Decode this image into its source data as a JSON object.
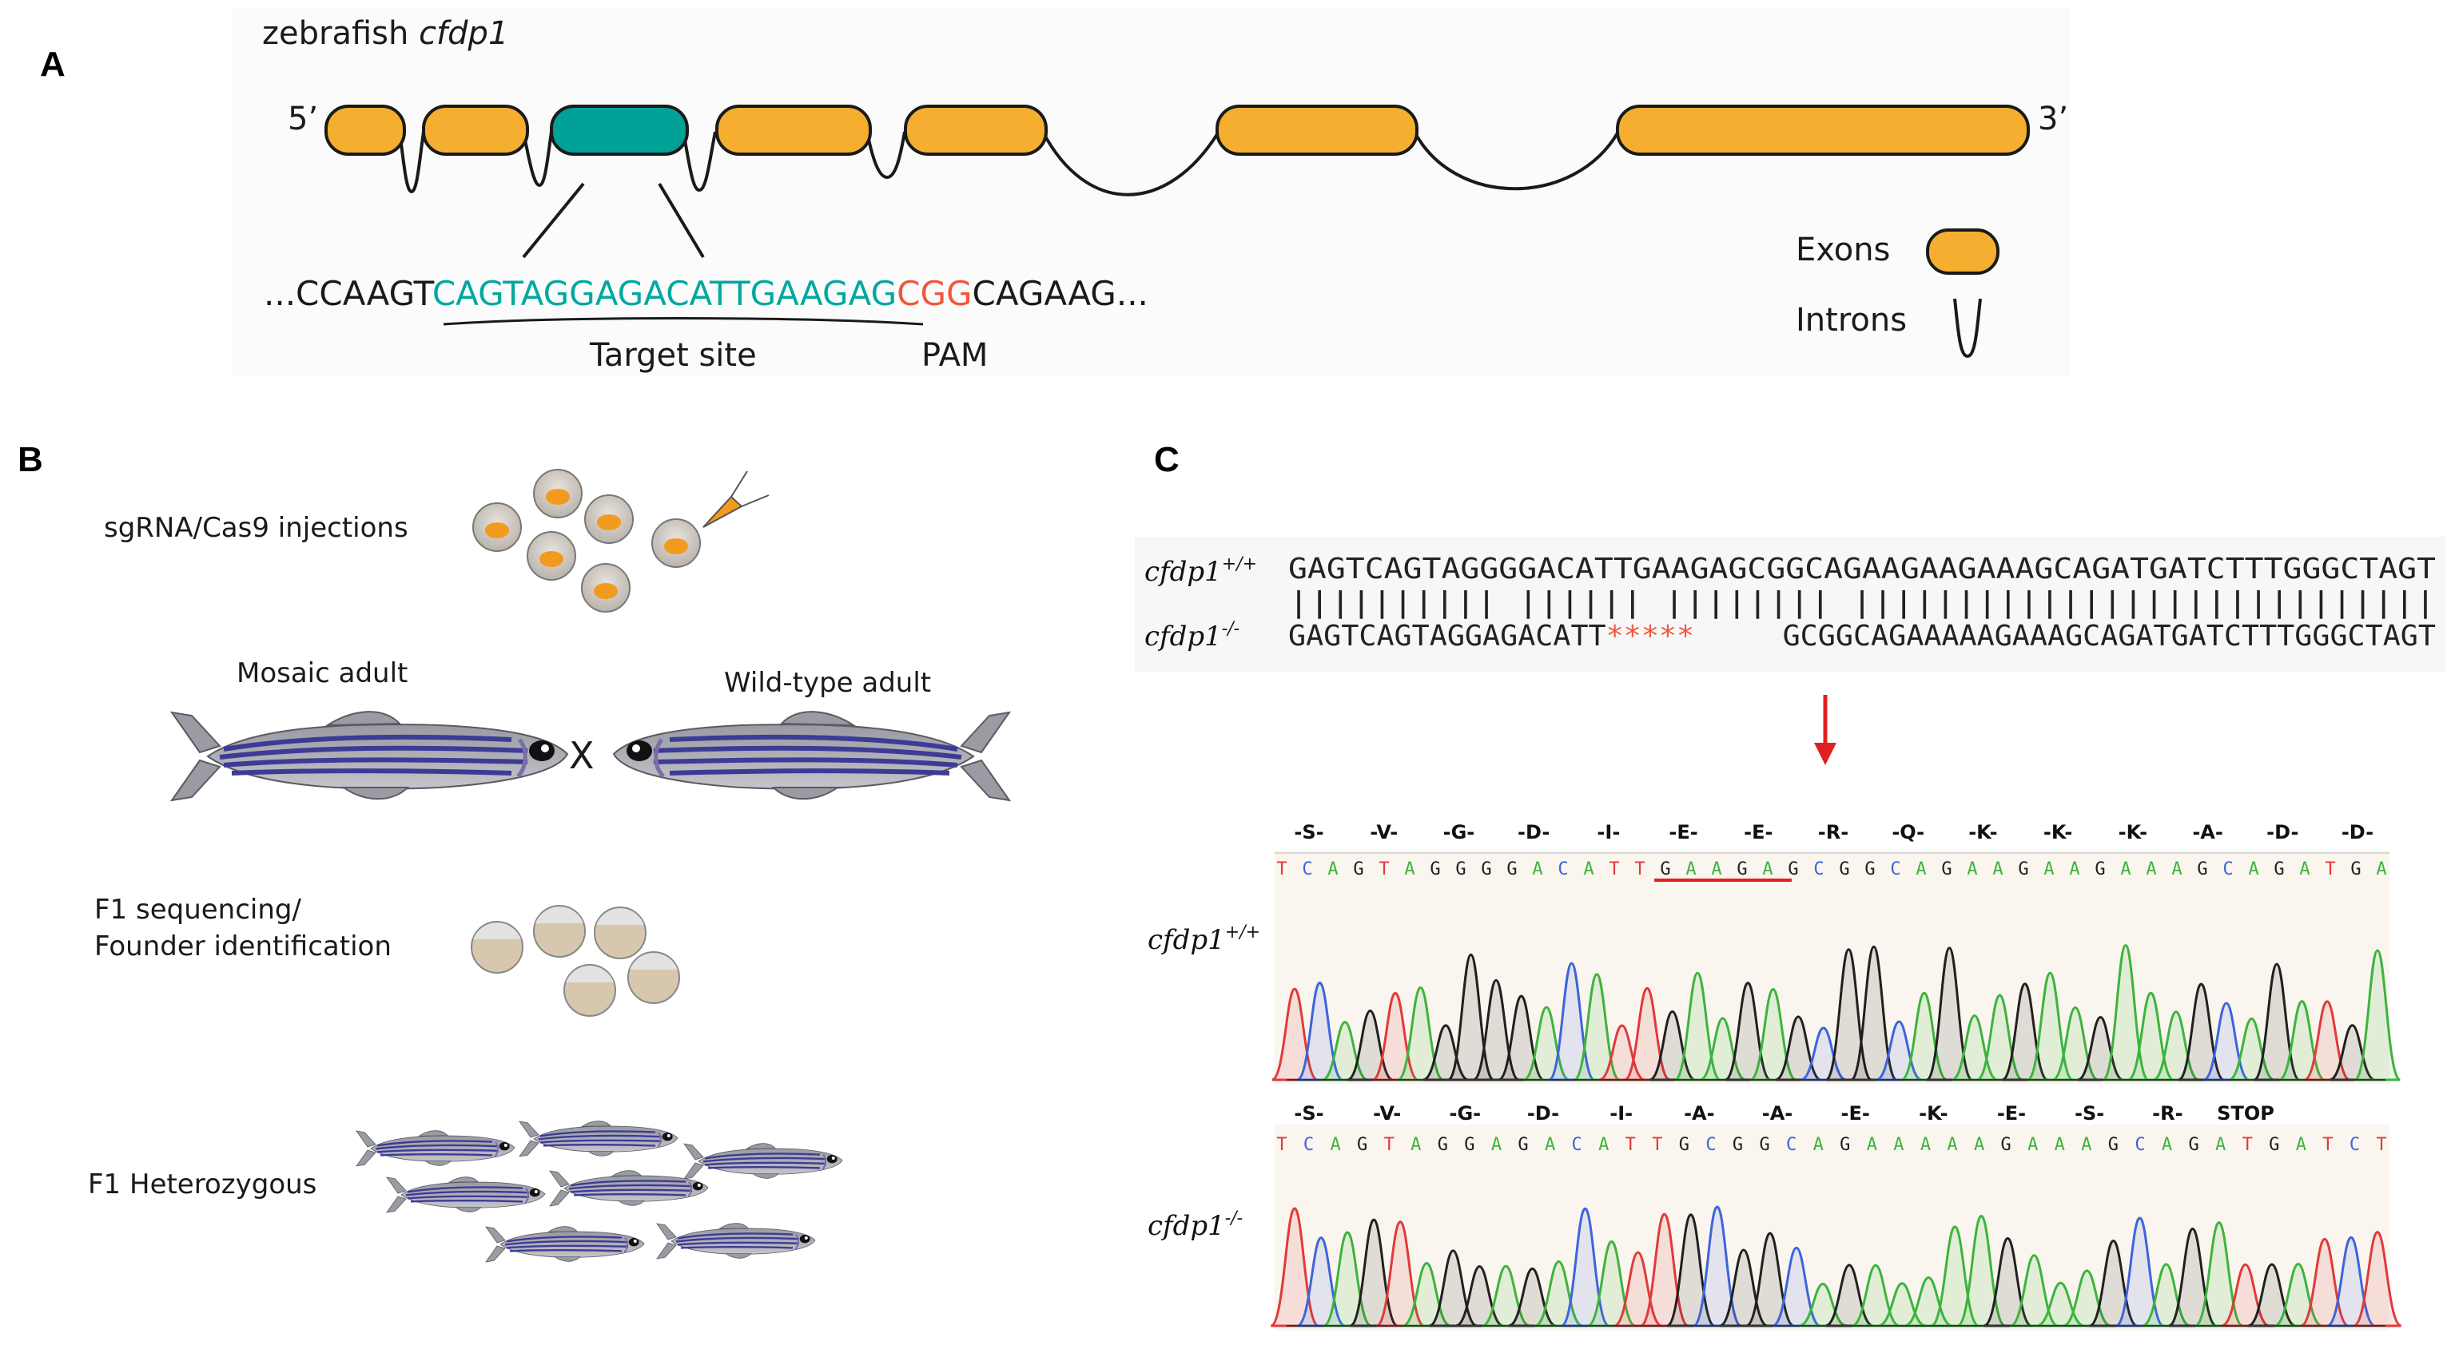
{
  "panelA": {
    "letter": "A",
    "title_prefix": "zebrafish ",
    "title_gene": "cfdp1",
    "five_prime": "5’",
    "three_prime": "3’",
    "seq_prefix": "...CCAAGT",
    "seq_target": "CAGTAGGAGACATTGAAGAG",
    "seq_pam": "CGG",
    "seq_suffix": "CAGAAG...",
    "target_label": "Target site",
    "pam_label": "PAM",
    "legend_exons": "Exons",
    "legend_introns": "Introns",
    "colors": {
      "exon": "#F5AE2F",
      "target_exon": "#00A196",
      "target_text": "#00A8A0",
      "pam_text": "#F0573B"
    }
  },
  "panelB": {
    "letter": "B",
    "step1": "sgRNA/Cas9 injections",
    "mosaic_label": "Mosaic adult",
    "cross": "X",
    "wildtype_label": "Wild-type adult",
    "step3_line1": "F1 sequencing/",
    "step3_line2": "Founder identification",
    "step4": "F1 Heterozygous",
    "colors": {
      "fish_stripe": "#3C3C96",
      "fish_body": "#A8A8AE",
      "embryo_yolk": "#F29A1E",
      "embryo_shell": "#D6C7AE"
    }
  },
  "panelC": {
    "letter": "C",
    "wt_gene": "cfdp1",
    "wt_sup": "+/+",
    "ko_gene": "cfdp1",
    "ko_sup": "-/-",
    "wt_alignment": "GAGTCAGTAGGGGACATTGAAGAGCGGCAGAAGAAGAAAGCAGATGATCTTTGGGCTAGT",
    "match_line": "|||||||||| ||||||      |||||||| ||||||||||||||||||||||||||||",
    "ko_alignment_a": "GAGTCAGTAGGAGACATT",
    "ko_deletion": "*****",
    "ko_dashes": "-----",
    "ko_alignment_b": "GCGGCAGAAAAAGAAAGCAGATGATCTTTGGGCTAGT",
    "wt_aa": [
      "-S-",
      "-V-",
      "-G-",
      "-D-",
      "-I-",
      "-E-",
      "-E-",
      "-R-",
      "-Q-",
      "-K-",
      "-K-",
      "-K-",
      "-A-",
      "-D-",
      "-D-"
    ],
    "wt_trace_seq": "TCAGTAGGGGACATTGAAGAGCGGCAGAAGAAGAAAGCAGATGA",
    "ko_aa": [
      "-S-",
      "-V-",
      "-G-",
      "-D-",
      "-I-",
      "-A-",
      "-A-",
      "-E-",
      "-K-",
      "-E-",
      "-S-",
      "-R-"
    ],
    "ko_stop": "STOP",
    "ko_trace_seq": "TCAGTAGGAGACATTGCGGCAGAAAAAGAAAGCAGATGATCT",
    "colors": {
      "A": "#3CB43C",
      "C": "#3C64DC",
      "G": "#202020",
      "T": "#E03A3A",
      "arrow": "#E02020",
      "stop": "#B01818"
    }
  }
}
